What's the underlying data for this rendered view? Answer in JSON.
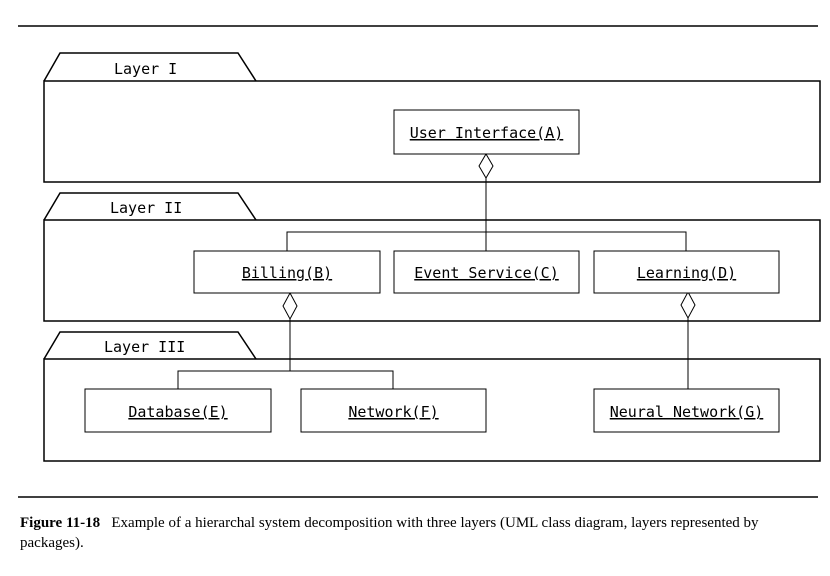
{
  "layers": [
    {
      "label": "Layer I"
    },
    {
      "label": "Layer II"
    },
    {
      "label": "Layer III"
    }
  ],
  "classes": {
    "A": "User Interface(A)",
    "B": "Billing(B)",
    "C": "Event Service(C)",
    "D": "Learning(D)",
    "E": "Database(E)",
    "F": "Network(F)",
    "G": "Neural Network(G)"
  },
  "caption": {
    "figure_number": "Figure 11-18",
    "text": "Example of a hierarchal system decomposition with three layers (UML class diagram, layers represented by packages)."
  }
}
